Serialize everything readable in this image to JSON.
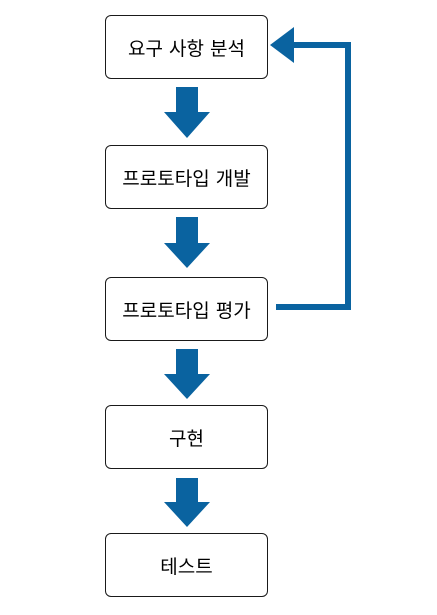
{
  "colors": {
    "arrow": "#0a63a0",
    "box_border": "#1a1a1a",
    "text": "#000000"
  },
  "flow": {
    "steps": [
      {
        "label": "요구 사항 분석"
      },
      {
        "label": "프로토타입 개발"
      },
      {
        "label": "프로토타입 평가"
      },
      {
        "label": "구현"
      },
      {
        "label": "테스트"
      }
    ]
  }
}
